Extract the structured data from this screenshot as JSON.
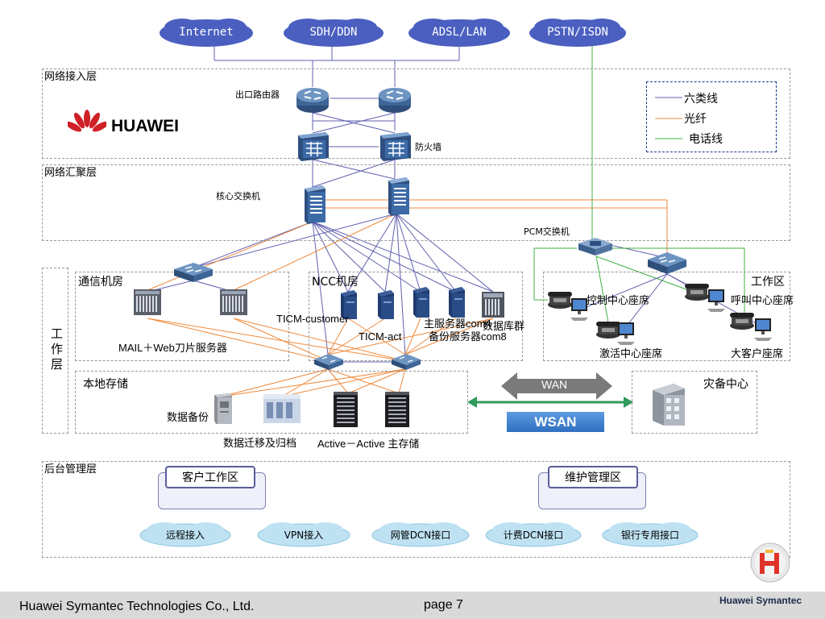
{
  "top_clouds": [
    "Internet",
    "SDH/DDN",
    "ADSL/LAN",
    "PSTN/ISDN"
  ],
  "layers": {
    "access": "网络接入层",
    "aggregation": "网络汇聚层",
    "work": "工\n作\n层",
    "backend": "后台管理层"
  },
  "labels": {
    "exit_router": "出口路由器",
    "firewall": "防火墙",
    "core_switch": "核心交换机",
    "pcm_switch": "PCM交换机",
    "comm_room": "通信机房",
    "ncc_room": "NCC机房",
    "work_area": "工作区",
    "mail_web": "MAIL＋Web刀片服务器",
    "ticm_customer": "TICM-customer",
    "ticm_act": "TICM-act",
    "main_server": "主服务器com4",
    "backup_server": "备份服务器com8",
    "db_cluster": "数据库群",
    "control_seat": "控制中心座席",
    "call_seat": "呼叫中心座席",
    "activate_seat": "激活中心座席",
    "vip_seat": "大客户座席",
    "local_storage": "本地存储",
    "data_backup": "数据备份",
    "data_migrate": "数据迁移及归档",
    "active_storage": "Active－Active 主存储",
    "wan": "WAN",
    "wsan": "WSAN",
    "dr_center": "灾备中心",
    "client_area": "客户工作区",
    "maint_area": "维护管理区"
  },
  "legend": [
    {
      "label": "六类线",
      "color": "#6060b0"
    },
    {
      "label": "光纤",
      "color": "#f08a3c"
    },
    {
      "label": "电话线",
      "color": "#40b040"
    }
  ],
  "bottom_clouds": [
    "远程接入",
    "VPN接入",
    "网管DCN接口",
    "计费DCN接口",
    "银行专用接口"
  ],
  "brand": "HUAWEI",
  "footer": {
    "company": "Huawei Symantec Technologies Co., Ltd.",
    "page": "page 7",
    "logo_text": "Huawei Symantec"
  },
  "colors": {
    "cloud_blue": "#4a5fc0",
    "cat6": "#6060b0",
    "fiber": "#f08a3c",
    "phone": "#40b040",
    "wan_arrow": "#7a7a7a",
    "wsan_bar": "#3a7fd0",
    "green_arrow": "#2f9a5a",
    "brand_red": "#cf1f27"
  }
}
